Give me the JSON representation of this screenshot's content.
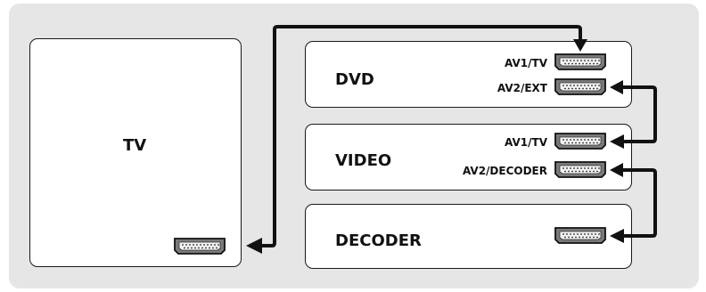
{
  "devices": {
    "tv": {
      "label": "TV"
    },
    "dvd": {
      "label": "DVD",
      "ports": [
        "AV1/TV",
        "AV2/EXT"
      ]
    },
    "video": {
      "label": "VIDEO",
      "ports": [
        "AV1/TV",
        "AV2/DECODER"
      ]
    },
    "decoder": {
      "label": "DECODER"
    }
  },
  "colors": {
    "background": "#e6e6e6",
    "box": "#ffffff",
    "connector": "#7a7a7a",
    "line": "#111111"
  },
  "icons": [
    "scart-connector-icon",
    "arrow-head-icon"
  ]
}
